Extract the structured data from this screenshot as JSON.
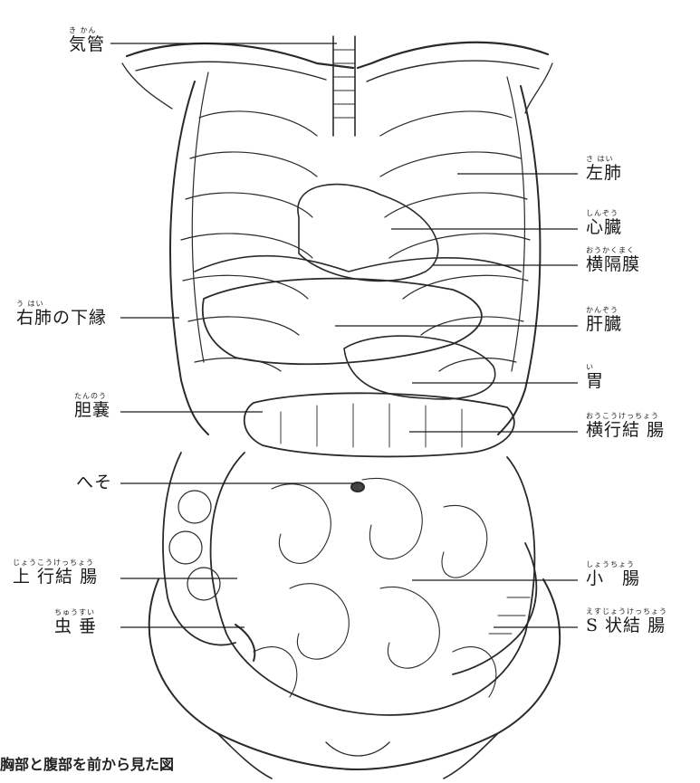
{
  "caption": "胸部と腹部を前から見た図",
  "labels": {
    "trachea": {
      "ruby": "き かん",
      "text": "気管"
    },
    "left_lung": {
      "ruby": "さ はい",
      "text": "左肺"
    },
    "heart": {
      "ruby": "しんぞう",
      "text": "心臓"
    },
    "diaphragm": {
      "ruby": "おうかくまく",
      "text": "横隔膜"
    },
    "right_lung_lower_edge": {
      "ruby": "う はい",
      "text": "右肺の下縁"
    },
    "liver": {
      "ruby": "かんぞう",
      "text": "肝臓"
    },
    "stomach": {
      "ruby": "い",
      "text": "胃"
    },
    "gallbladder": {
      "ruby": "たんのう",
      "text": "胆嚢"
    },
    "transverse_colon": {
      "ruby": "おうこうけっちょう",
      "text": "横行結 腸"
    },
    "navel": {
      "ruby": "",
      "text": "へそ"
    },
    "ascending_colon": {
      "ruby": "じょうこうけっちょう",
      "text": "上 行結 腸"
    },
    "small_intestine": {
      "ruby": "しょうちょう",
      "text": "小　腸"
    },
    "appendix": {
      "ruby": "ちゅうすい",
      "text": "虫 垂"
    },
    "sigmoid_colon": {
      "ruby": "えすじょうけっちょう",
      "text": "S 状結 腸"
    }
  }
}
